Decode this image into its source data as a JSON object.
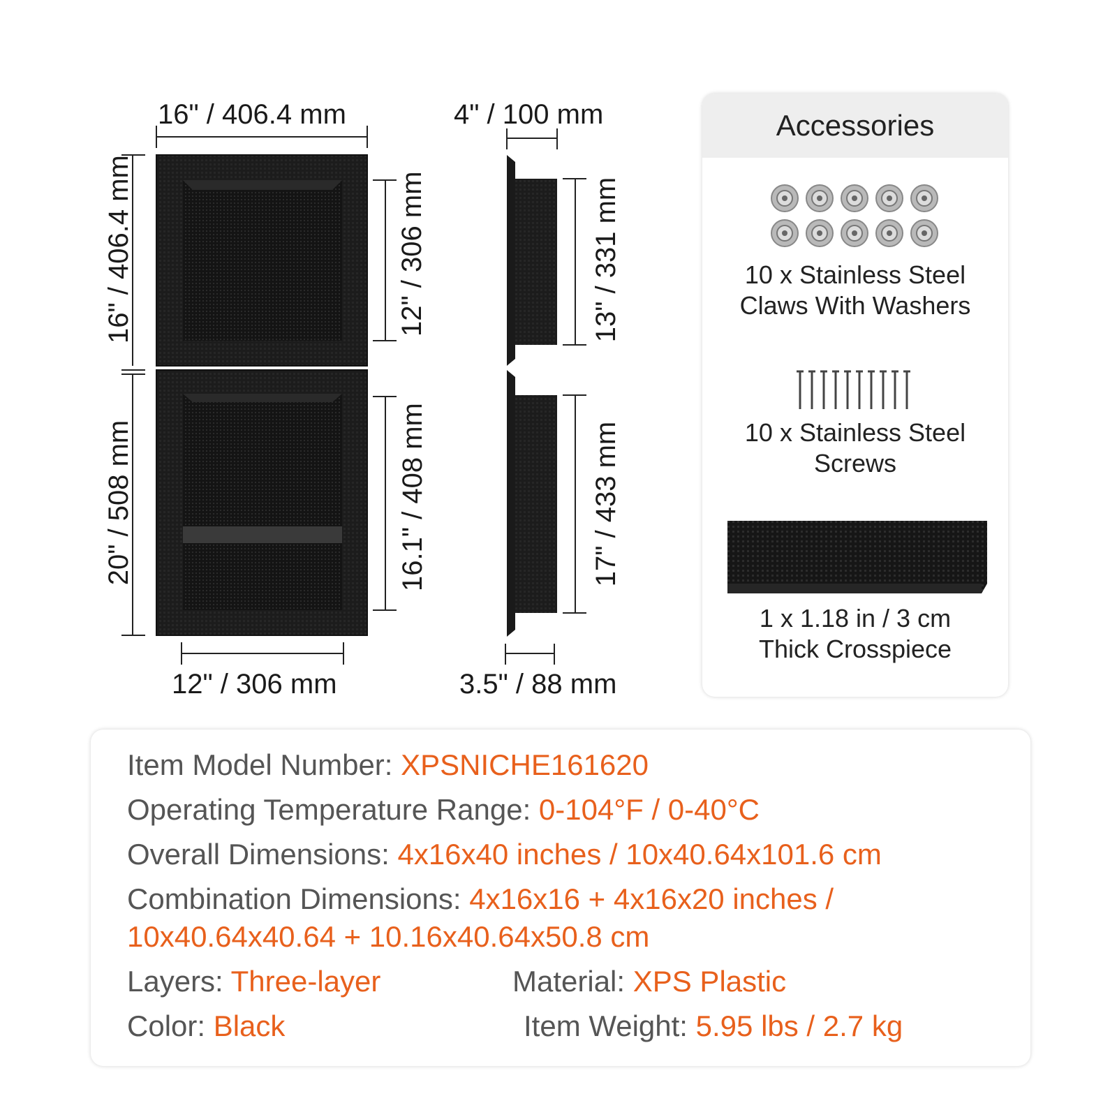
{
  "dimensions": {
    "top_width": "16\" / 406.4 mm",
    "top_height": "16\" / 406.4 mm",
    "top_inner_height": "12\" / 306 mm",
    "bottom_height": "20\" / 508 mm",
    "bottom_inner_height": "16.1\" / 408 mm",
    "bottom_inner_width": "12\" / 306 mm",
    "depth_outer": "4\" / 100 mm",
    "depth_inner": "3.5\" / 88 mm",
    "side_top_height": "13\" / 331 mm",
    "side_bottom_height": "17\" / 433 mm"
  },
  "accessories": {
    "title": "Accessories",
    "items": [
      {
        "line1": "10 x Stainless Steel",
        "line2": "Claws With Washers",
        "icon": "washer-icon"
      },
      {
        "line1": "10 x Stainless Steel",
        "line2": "Screws",
        "icon": "screw-icon"
      },
      {
        "line1": "1 x 1.18 in / 3 cm",
        "line2": "Thick Crosspiece",
        "icon": "crosspiece-icon"
      }
    ]
  },
  "specs": {
    "model_label": "Item Model Number: ",
    "model_value": "XPSNICHE161620",
    "temp_label": "Operating Temperature Range:  ",
    "temp_value": "0-104°F / 0-40°C",
    "overall_label": "Overall Dimensions: ",
    "overall_value": "4x16x40 inches / 10x40.64x101.6 cm",
    "combo_label": "Combination Dimensions: ",
    "combo_value_1": "4x16x16 + 4x16x20 inches /",
    "combo_value_2": "10x40.64x40.64 + 10.16x40.64x50.8 cm",
    "layers_label": "Layers: ",
    "layers_value": "Three-layer",
    "material_label": "Material: ",
    "material_value": "XPS Plastic",
    "color_label": "Color: ",
    "color_value": "Black",
    "weight_label": "Item Weight: ",
    "weight_value": "5.95 lbs / 2.7 kg"
  },
  "colors": {
    "accent": "#e8601c",
    "label": "#555555",
    "product": "#1b1b1b"
  }
}
